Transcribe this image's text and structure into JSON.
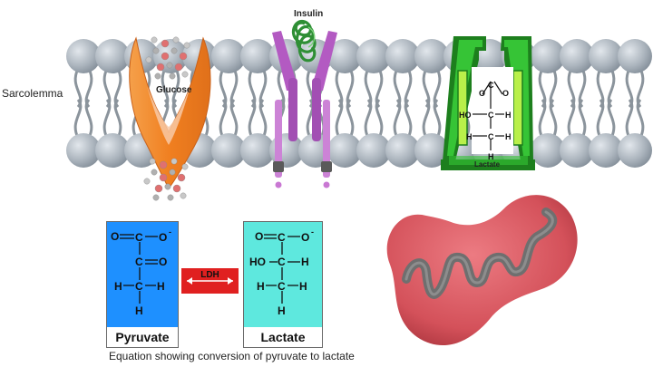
{
  "labels": {
    "sarcolemma": "Sarcolemma",
    "glucose": "Glucose",
    "insulin": "Insulin",
    "lactate_transporter": "Lactate",
    "caption": "Equation showing conversion of pyruvate to lactate"
  },
  "pyruvate": {
    "name": "Pyruvate",
    "atoms": {
      "O_top": "O",
      "O_minus": "O",
      "charge": "-",
      "C1": "C",
      "C2": "C",
      "O_keto": "O",
      "C3": "C",
      "H_left": "H",
      "H_right": "H",
      "H_bottom": "H"
    }
  },
  "enzyme": {
    "name": "LDH"
  },
  "lactate": {
    "name": "Lactate",
    "atoms": {
      "O_top": "O",
      "O_minus": "O",
      "charge": "-",
      "C1": "C",
      "HO": "HO",
      "C2": "C",
      "H_c2": "H",
      "C3": "C",
      "H_left": "H",
      "H_right": "H",
      "H_bottom": "H"
    }
  },
  "transporter_structure": {
    "O_top": "O",
    "O_minus": "O",
    "C1": "C",
    "HO": "HO",
    "C2": "C",
    "H_c2": "H",
    "C3": "C",
    "H_c3": "H",
    "H_left": "H",
    "H_bottom": "H"
  },
  "colors": {
    "membrane_head": "#b4bcc4",
    "glut4": "#f08a2c",
    "insulin_receptor": "#b05ac0",
    "insulin": "#2f8f35",
    "mct_outer": "#1c7a1c",
    "mct_inner": "#9be03c",
    "pyruvate_box": "#1e90ff",
    "lactate_box": "#5ee8de",
    "ldh": "#e02020",
    "mitochondrion": "#d9545c",
    "cristae": "#7a7a7a"
  }
}
